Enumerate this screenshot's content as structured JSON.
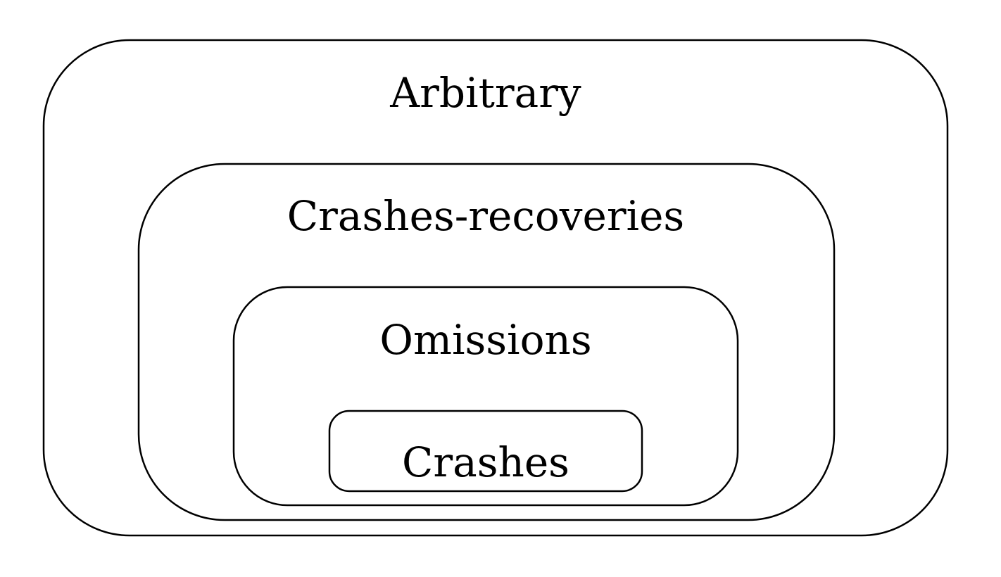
{
  "diagram": {
    "levels": [
      {
        "label": "Arbitrary"
      },
      {
        "label": "Crashes-recoveries"
      },
      {
        "label": "Omissions"
      },
      {
        "label": "Crashes"
      }
    ],
    "colors": {
      "stroke": "#000000",
      "text": "#000000",
      "background": "#ffffff"
    }
  }
}
